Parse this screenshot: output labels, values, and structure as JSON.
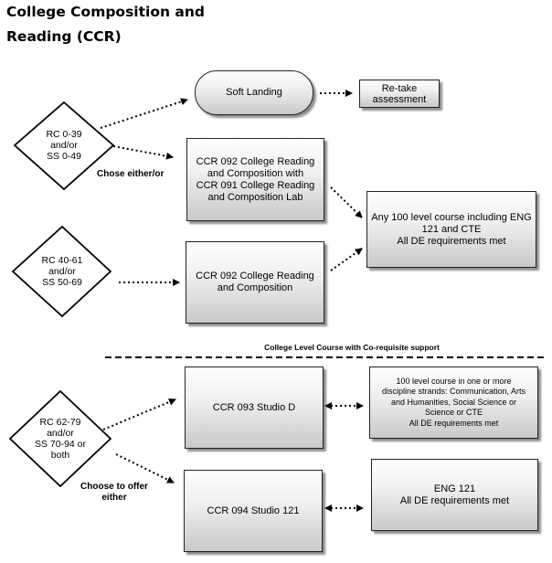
{
  "title": "College Composition and Reading (CCR)",
  "diamonds": {
    "d1": "RC 0-39\nand/or\nSS 0-49",
    "d2": "RC 40-61\nand/or\nSS 50-69",
    "d3": "RC 62-79\nand/or\nSS 70-94 or\nboth"
  },
  "boxes": {
    "soft_landing": "Soft Landing",
    "retake": "Re-take\nassessment",
    "ccr092_with_091": "CCR 092  College Reading\nand Composition with\nCCR 091 College Reading\nand Composition Lab",
    "any100": "Any 100 level course including ENG\n121 and CTE\nAll DE requirements met",
    "ccr092": "CCR 092  College Reading\nand Composition",
    "ccr093": "CCR 093  Studio D",
    "level100": "100 level course in one or more\ndiscipline strands:  Communication, Arts\nand Humanities, Social Science or\nScience or CTE\nAll DE requirements met",
    "ccr094": "CCR 094 Studio 121",
    "eng121": "ENG 121\nAll DE requirements met"
  },
  "notes": {
    "chose": "Chose either/or",
    "divider": "College Level Course with Co-requisite support",
    "choose": "Choose to offer\neither"
  }
}
